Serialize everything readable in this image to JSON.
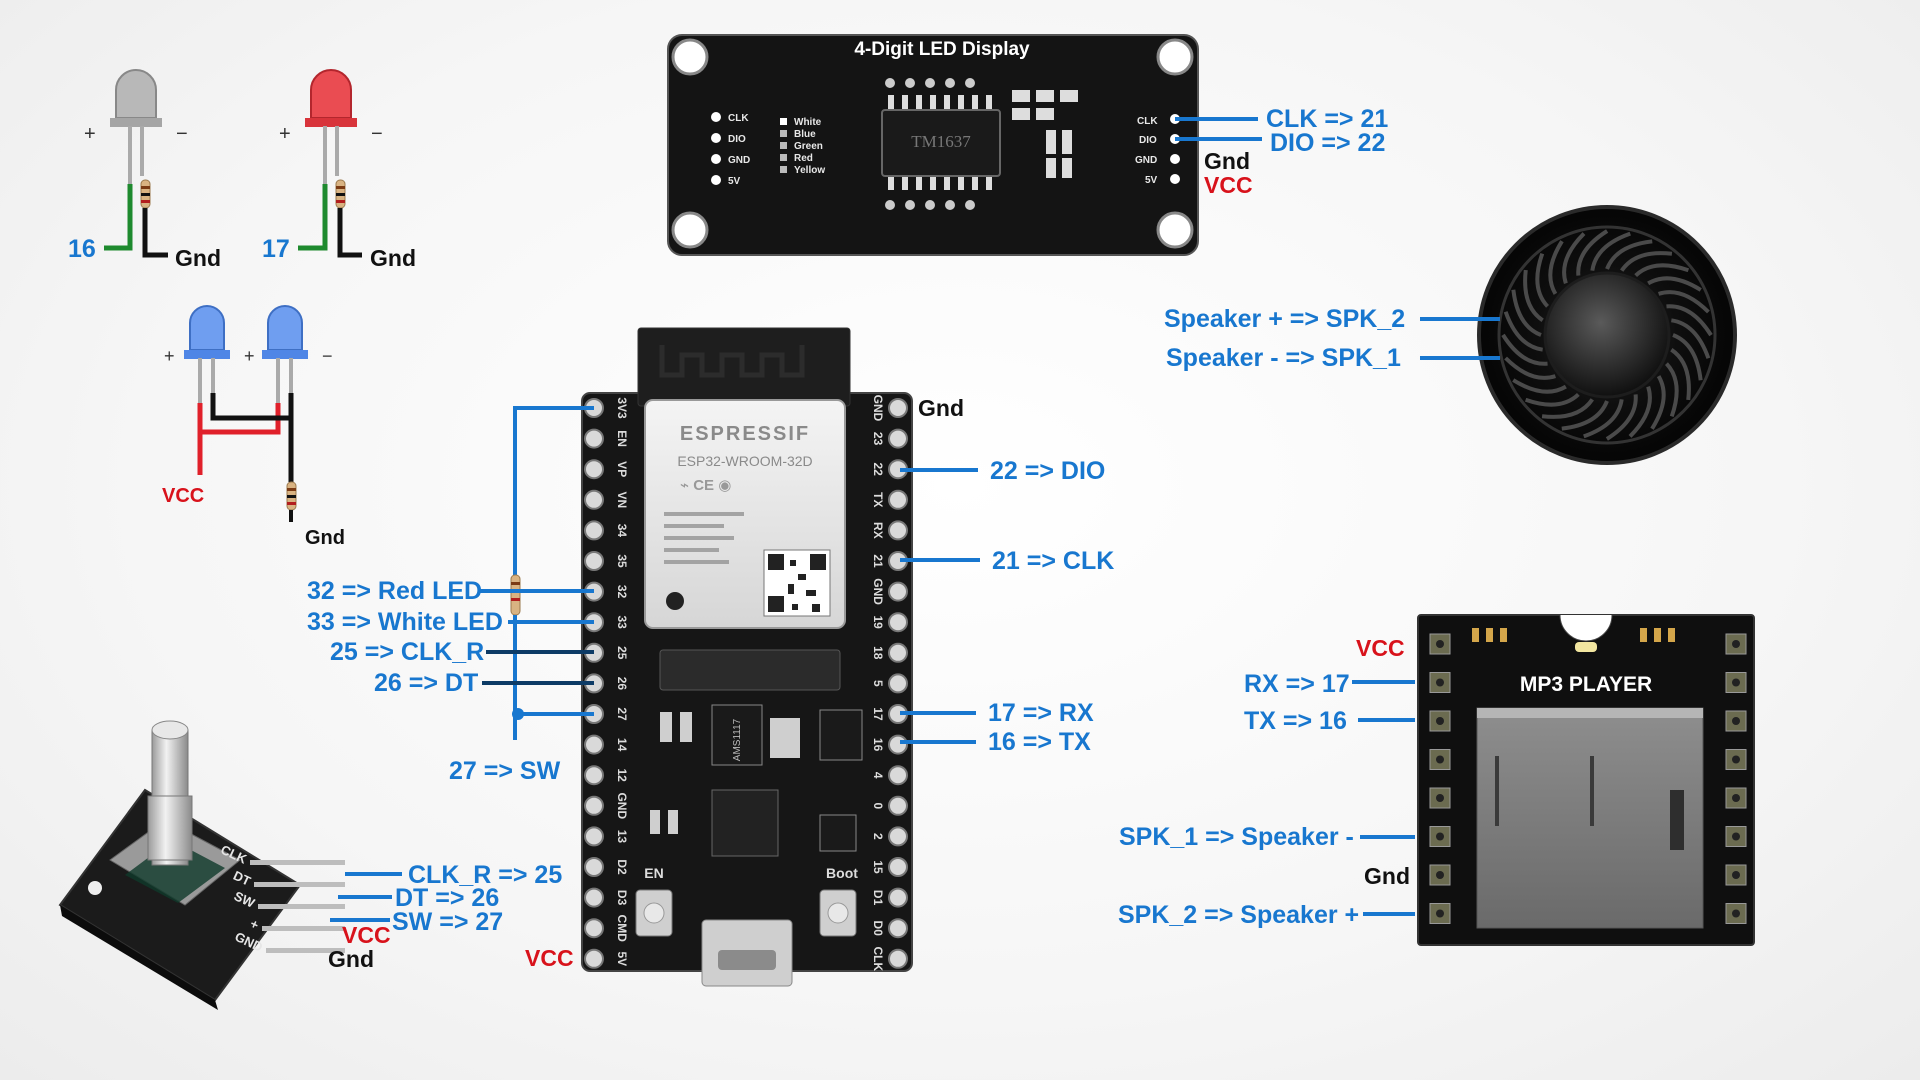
{
  "display": {
    "title": "4-Digit LED Display",
    "chip": "TM1637",
    "left_pins": [
      "CLK",
      "DIO",
      "GND",
      "5V"
    ],
    "colors": [
      "White",
      "Blue",
      "Green",
      "Red",
      "Yellow"
    ],
    "right_pins": [
      "CLK",
      "DIO",
      "GND",
      "5V"
    ],
    "clk_label": "CLK => 21",
    "dio_label": "DIO => 22",
    "gnd_label": "Gnd",
    "vcc_label": "VCC"
  },
  "leds": {
    "white_pin": "16",
    "red_pin": "17",
    "gnd1": "Gnd",
    "gnd2": "Gnd",
    "blue_vcc": "VCC",
    "blue_gnd": "Gnd",
    "plus": "+",
    "minus": "−"
  },
  "esp32": {
    "brand": "ESPRESSIF",
    "module": "ESP32-WROOM-32D",
    "left_pins": [
      "3V3",
      "EN",
      "VP",
      "VN",
      "34",
      "35",
      "32",
      "33",
      "25",
      "26",
      "27",
      "14",
      "12",
      "GND",
      "13",
      "D2",
      "D3",
      "CMD",
      "5V"
    ],
    "right_pins": [
      "GND",
      "23",
      "22",
      "TX",
      "RX",
      "21",
      "GND",
      "19",
      "18",
      "5",
      "17",
      "16",
      "4",
      "0",
      "2",
      "15",
      "D1",
      "D0",
      "CLK"
    ],
    "en_label": "EN",
    "boot_label": "Boot",
    "reg_label": "AMS1117"
  },
  "esp_labels": {
    "gnd_top": "Gnd",
    "p22": "22 => DIO",
    "p21": "21 => CLK",
    "p17": "17 => RX",
    "p16": "16 => TX",
    "p32": "32 => Red LED",
    "p33": "33 => White LED",
    "p25": "25 => CLK_R",
    "p26": "26 => DT",
    "p27": "27 => SW",
    "vcc": "VCC"
  },
  "speaker": {
    "plus": "Speaker + => SPK_2",
    "minus": "Speaker - => SPK_1"
  },
  "encoder": {
    "pins": [
      "CLK",
      "DT",
      "SW",
      "+",
      "GND"
    ],
    "clk": "CLK_R => 25",
    "dt": "DT => 26",
    "sw": "SW => 27",
    "vcc": "VCC",
    "gnd": "Gnd"
  },
  "mp3": {
    "title": "MP3 PLAYER",
    "vcc": "VCC",
    "rx": "RX => 17",
    "tx": "TX => 16",
    "spk1": "SPK_1 => Speaker -",
    "gnd": "Gnd",
    "spk2": "SPK_2 => Speaker +"
  },
  "colors": {
    "wire_blue": "#1877cf",
    "wire_red": "#e0202a",
    "wire_green": "#1e8a2e",
    "pcb_black": "#141414"
  }
}
